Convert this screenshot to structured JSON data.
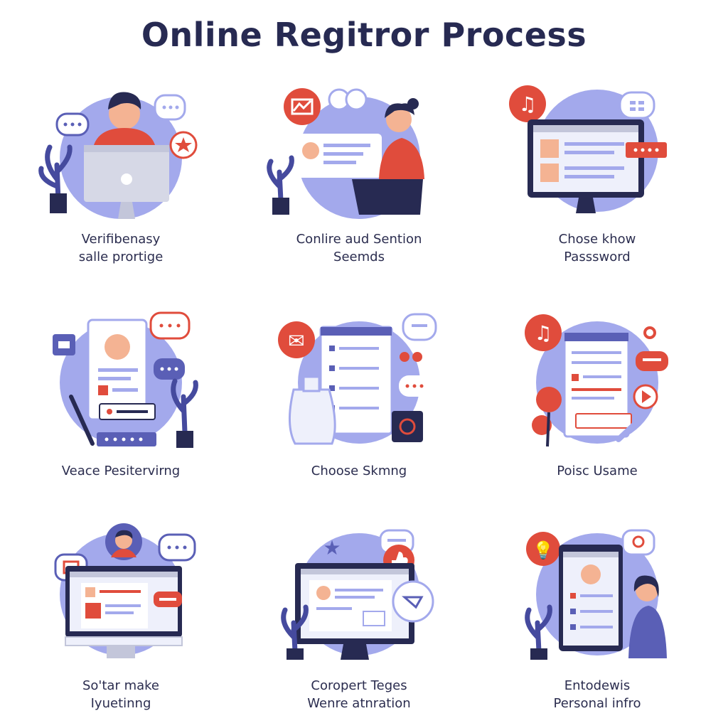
{
  "page": {
    "title": "Online Regitror Process"
  },
  "steps": [
    {
      "line1": "Verifibenasy",
      "line2": "salle prortige"
    },
    {
      "line1": "Conlire aud Sention",
      "line2": "Seemds"
    },
    {
      "line1": "Chose khow",
      "line2": "Passsword"
    },
    {
      "line1": "Veace Pesitervirng",
      "line2": ""
    },
    {
      "line1": "Choose Skmng",
      "line2": ""
    },
    {
      "line1": "Poisc Usame",
      "line2": ""
    },
    {
      "line1": "So'tar make",
      "line2": "Iyuetinng"
    },
    {
      "line1": "Coropert Teges",
      "line2": "Wenre atnration"
    },
    {
      "line1": "Entodewis",
      "line2": "Personal infro"
    }
  ],
  "icons": {
    "music": "♫",
    "envelope": "✉",
    "thumbs_up": "👍",
    "star": "★",
    "lightbulb": "💡"
  },
  "colors": {
    "lavender": "#a3a9ec",
    "navy": "#272a52",
    "coral": "#e04c3c",
    "indigo": "#5a5fb6",
    "screen": "#eef0fb",
    "plant": "#454a9e"
  }
}
